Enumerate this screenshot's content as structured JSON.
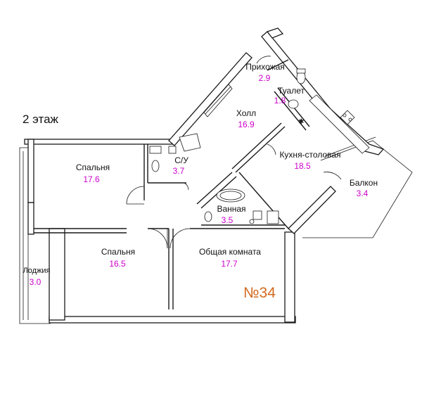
{
  "floor_label": "2 этаж",
  "apartment_number": "№34",
  "colors": {
    "area_text": "#cc00cc",
    "apartment_number": "#d2691e",
    "walls": "#1a1a1a"
  },
  "rooms": [
    {
      "name": "Прихожая",
      "area": "2.9"
    },
    {
      "name": "Туалет",
      "area": "1.8"
    },
    {
      "name": "Холл",
      "area": "16.9"
    },
    {
      "name": "Кухня-столовая",
      "area": "18.5"
    },
    {
      "name": "Балкон",
      "area": "3.4"
    },
    {
      "name": "С/У",
      "area": "3.7"
    },
    {
      "name": "Спальня",
      "area": "17.6"
    },
    {
      "name": "Ванная",
      "area": "3.5"
    },
    {
      "name": "Спальня",
      "area": "16.5"
    },
    {
      "name": "Общая комната",
      "area": "17.7"
    },
    {
      "name": "Лоджия",
      "area": "3.0"
    }
  ]
}
